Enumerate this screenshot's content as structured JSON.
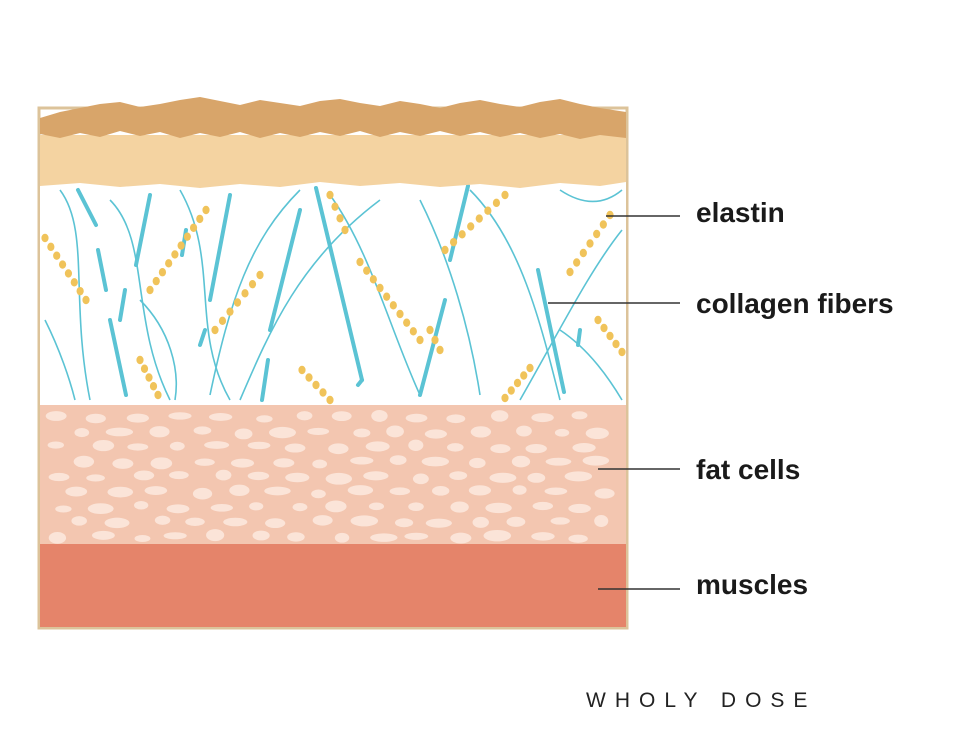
{
  "labels": {
    "elastin": "elastin",
    "collagen": "collagen fibers",
    "fat": "fat cells",
    "muscles": "muscles"
  },
  "brand": "WHOLY DOSE",
  "colors": {
    "epidermis_top": "#d8a56a",
    "epidermis": "#f4d3a1",
    "dermis": "#ffffff",
    "fat_layer": "#f3c6b0",
    "fat_cell": "#fbe4d8",
    "muscle": "#e5846a",
    "border": "#dcc39a",
    "collagen": "#5bc3d4",
    "elastin": "#f0c35a",
    "leader": "#333333"
  }
}
